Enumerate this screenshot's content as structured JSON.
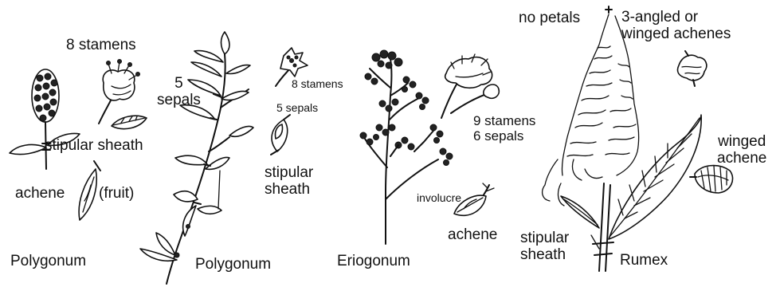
{
  "labels": {
    "p1_stamens": "8 stamens",
    "p1_stipular_sheath": "stipular sheath",
    "p1_achene": "achene",
    "p1_fruit": "(fruit)",
    "p1_genus": "Polygonum",
    "p2_sepals": "5\nsepals",
    "p2_stamens": "8 stamens",
    "p2_sepals2": "5 sepals",
    "p2_stipular": "stipular\nsheath",
    "p2_genus": "Polygonum",
    "e_stamens_sepals": "9 stamens\n6 sepals",
    "e_involucre": "involucre",
    "e_achene": "achene",
    "e_genus": "Eriogonum",
    "r_no_petals": "no petals",
    "r_achenes": "3-angled or\nwinged achenes",
    "r_winged": "winged\nachene",
    "r_stipular": "stipular\nsheath",
    "r_genus": "Rumex"
  }
}
